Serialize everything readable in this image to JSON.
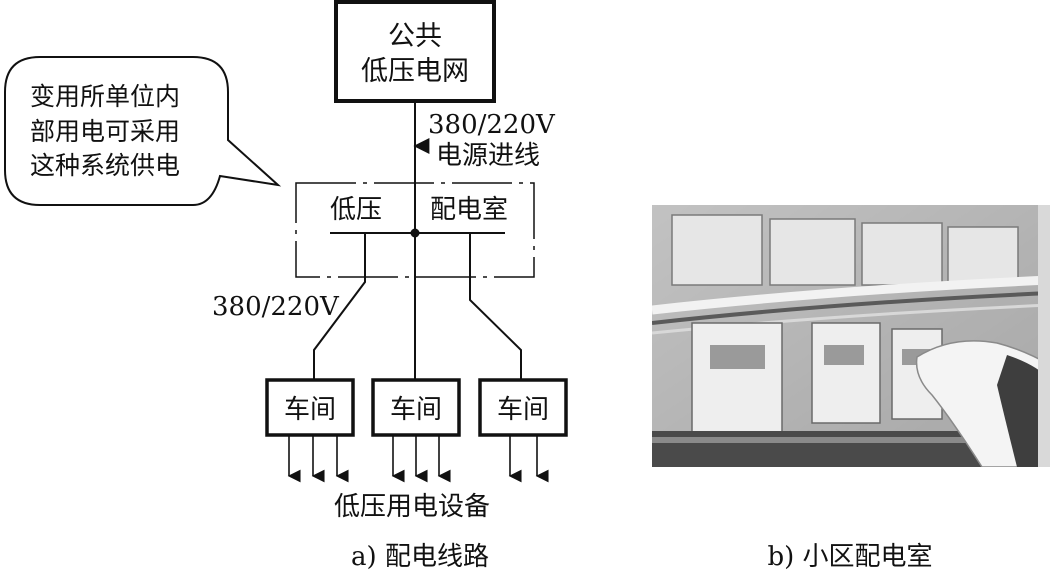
{
  "grid_box": {
    "line1": "公共",
    "line2": "低压电网"
  },
  "callout": {
    "line1": "变用所单位内",
    "line2": "部用电可采用",
    "line3": "这种系统供电"
  },
  "incoming": {
    "voltage": "380/220V",
    "label": "电源进线"
  },
  "room": {
    "label_left": "低压",
    "label_right": "配电室"
  },
  "branch_voltage": "380/220V",
  "workshops": [
    {
      "label": "车间"
    },
    {
      "label": "车间"
    },
    {
      "label": "车间"
    }
  ],
  "equipment_label": "低压用电设备",
  "captions": {
    "a": "a) 配电线路",
    "b": "b) 小区配电室"
  },
  "photo_alt": "小区配电室"
}
